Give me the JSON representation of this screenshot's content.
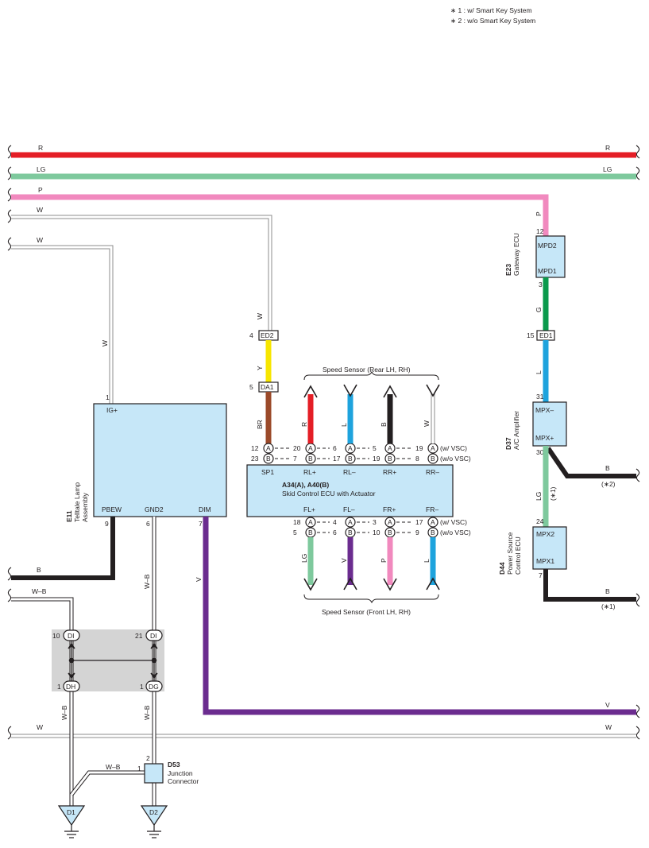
{
  "legend": {
    "note1": "∗ 1 : w/ Smart Key System",
    "note2": "∗ 2 : w/o Smart Key System"
  },
  "colors": {
    "R": "#e41e26",
    "LG": "#7ec99d",
    "P": "#f189be",
    "W": "#d9d9d9",
    "B": "#231f20",
    "V": "#6b2c8f",
    "G": "#0a9a4c",
    "L": "#1ea3dd",
    "Y": "#f7e600",
    "BR": "#9b4a2a",
    "ecu_fill": "#c6e7f8",
    "junction_fill": "#d4d4d4"
  },
  "bus_wires": {
    "r": "R",
    "lg": "LG",
    "p": "P",
    "w_top1": "W",
    "w_top2": "W",
    "b_left": "B",
    "wb_left": "W–B",
    "v_right": "V",
    "w_bottom": "W"
  },
  "gateway_ecu": {
    "code": "E23",
    "name": "Gateway ECU",
    "pin_top": "MPD2",
    "pin_bottom": "MPD1",
    "pin_top_no": "12",
    "pin_bottom_no": "3",
    "wire_in": "P",
    "wire_out": "G"
  },
  "connector_ed1": {
    "label": "ED1",
    "pin": "15"
  },
  "ac_amplifier": {
    "code": "D37",
    "name": "A/C Amplifier",
    "pin_top": "MPX–",
    "pin_bottom": "MPX+",
    "pin_top_no": "31",
    "pin_bottom_no": "30",
    "wire_in": "L",
    "wire_out": "LG",
    "branch_wire": "B",
    "branch_note": "(∗2)",
    "lg_note": "(∗1)"
  },
  "power_source_ecu": {
    "code": "D44",
    "name1": "Power Source",
    "name2": "Control ECU",
    "pin_top": "MPX2",
    "pin_bottom": "MPX1",
    "pin_top_no": "24",
    "pin_bottom_no": "7",
    "ground_wire": "B",
    "ground_note": "(∗1)"
  },
  "telltale": {
    "code": "E11",
    "name1": "Telltale Lamp",
    "name2": "Assembly",
    "pin_ig": "IG+",
    "pin_ig_no": "1",
    "pin_pbew": "PBEW",
    "pin_gnd2": "GND2",
    "pin_dim": "DIM",
    "pin_pbew_no": "9",
    "pin_gnd2_no": "6",
    "pin_dim_no": "7",
    "wire_ig": "W",
    "wire_gnd2": "W–B",
    "wire_dim": "V"
  },
  "connector_ed2": {
    "label": "ED2",
    "pin": "4",
    "wire_top": "W",
    "wire_bottom": "Y"
  },
  "connector_da1": {
    "label": "DA1",
    "pin": "5",
    "wire_bottom": "BR"
  },
  "skid_ecu": {
    "title": "A34(A), A40(B)",
    "name": "Skid Control ECU with Actuator",
    "top_pins": [
      "SP1",
      "RL+",
      "RL–",
      "RR+",
      "RR–"
    ],
    "bottom_pins": [
      "FL+",
      "FL–",
      "FR+",
      "FR–"
    ],
    "top_row_a": [
      "12",
      "20",
      "6",
      "5",
      "19"
    ],
    "top_row_b": [
      "23",
      "7",
      "17",
      "19",
      "8"
    ],
    "bottom_row_a": [
      "18",
      "4",
      "3",
      "17"
    ],
    "bottom_row_b": [
      "5",
      "6",
      "10",
      "9"
    ],
    "row_a_note": "(w/ VSC)",
    "row_b_note": "(w/o VSC)",
    "conn_a": "A",
    "conn_b": "B",
    "rear_wires": [
      "R",
      "L",
      "B",
      "W"
    ],
    "front_wires": [
      "LG",
      "V",
      "P",
      "L"
    ]
  },
  "speed_sensor_rear": "Speed Sensor (Rear LH,  RH)",
  "speed_sensor_front": "Speed Sensor (Front LH,  RH)",
  "junction_block": {
    "top_left": {
      "pin": "10",
      "label": "DI"
    },
    "top_right": {
      "pin": "21",
      "label": "DI"
    },
    "bottom_left": {
      "pin": "1",
      "label": "DH"
    },
    "bottom_right": {
      "pin": "1",
      "label": "DG"
    },
    "wire_left": "W–B",
    "wire_right": "W–B"
  },
  "junction_connector": {
    "code": "D53",
    "name1": "Junction",
    "name2": "Connector",
    "pin_top": "2",
    "pin_left": "1",
    "wire": "W–B"
  },
  "grounds": {
    "d1": "D1",
    "d2": "D2"
  }
}
